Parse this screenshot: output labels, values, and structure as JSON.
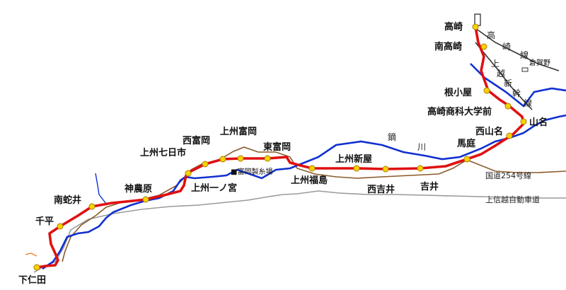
{
  "colors": {
    "railway": "#e01010",
    "river": "#1030d0",
    "national_road": "#8a5a2a",
    "expressway": "#9a9a9a",
    "shinkansen": "#333333",
    "station_fill": "#f5d400",
    "station_stroke": "#b07a00"
  },
  "stations": [
    {
      "id": "takasaki",
      "name": "高崎"
    },
    {
      "id": "minami-takasaki",
      "name": "南高崎"
    },
    {
      "id": "negoya",
      "name": "根小屋"
    },
    {
      "id": "takasaki-shoka",
      "name": "高崎商科大学前"
    },
    {
      "id": "yamana",
      "name": "山名"
    },
    {
      "id": "nishi-yamana",
      "name": "西山名"
    },
    {
      "id": "maniwa",
      "name": "馬庭"
    },
    {
      "id": "yoshii",
      "name": "吉井"
    },
    {
      "id": "nishi-yoshii",
      "name": "西吉井"
    },
    {
      "id": "joshu-niiya",
      "name": "上州新屋"
    },
    {
      "id": "joshu-fukushima",
      "name": "上州福島"
    },
    {
      "id": "higashi-tomioka",
      "name": "東富岡"
    },
    {
      "id": "joshu-tomioka",
      "name": "上州富岡"
    },
    {
      "id": "nishi-tomioka",
      "name": "西富岡"
    },
    {
      "id": "joshu-nanokaichi",
      "name": "上州七日市"
    },
    {
      "id": "joshu-ichinomiya",
      "name": "上州一ノ宮"
    },
    {
      "id": "kanna-hara",
      "name": "神農原"
    },
    {
      "id": "nanjai",
      "name": "南蛇井"
    },
    {
      "id": "senbira",
      "name": "千平"
    },
    {
      "id": "shimonita",
      "name": "下仁田"
    }
  ],
  "annotations": {
    "takasaki_line": [
      "高",
      "崎",
      "線"
    ],
    "joetsu_shinkansen": [
      "上",
      "越",
      "新",
      "幹",
      "線"
    ],
    "kuragano": "倉賀野",
    "kabura_river": [
      "鏑",
      "川"
    ],
    "route254": "国道254号線",
    "joshinetsu_expressway": "上信越自動車道",
    "tomioka_silk_mill": "■富岡製糸場"
  }
}
